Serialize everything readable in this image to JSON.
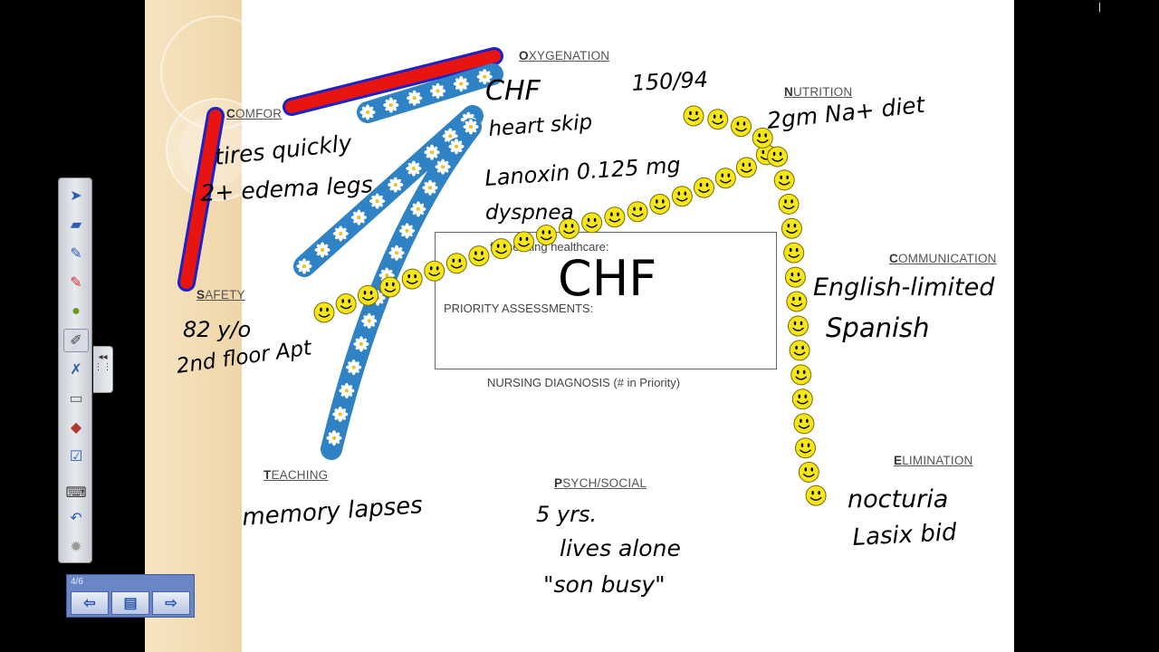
{
  "slide": {
    "labels": {
      "oxygenation_cap": "O",
      "oxygenation_rest": "XYGENATION",
      "comfort": "COMFOR",
      "comfort_cap": "C",
      "comfort_rest": "OMFOR",
      "nutrition_cap": "N",
      "nutrition_rest": "UTRITION",
      "communication_cap": "C",
      "communication_rest": "OMMUNICATION",
      "safety_cap": "S",
      "safety_rest": "AFETY",
      "elimination_cap": "E",
      "elimination_rest": "LIMINATION",
      "teaching_cap": "T",
      "teaching_rest": "EACHING",
      "psych_cap": "P",
      "psych_rest": "SYCH/SOCIAL"
    },
    "center_box": {
      "reason": "for seeking healthcare:",
      "priority": "PRIORITY ASSESSMENTS:"
    },
    "nursing_diagnosis": "NURSING DIAGNOSIS (# in Priority)",
    "handwriting": {
      "chf_top": "CHF",
      "heart_skip": "heart skip",
      "lanoxin": "Lanoxin 0.125 mg",
      "dyspnea": "dyspnea",
      "bp": "150/94",
      "diet": "2gm Na+ diet",
      "tires": "tires quickly",
      "edema": "2+ edema legs",
      "chf_center": "CHF",
      "age": "82 y/o",
      "apt": "2nd floor Apt",
      "english": "English-limited",
      "spanish": "Spanish",
      "memory": "memory lapses",
      "years": "5 yrs.",
      "lives": "lives alone",
      "son": "\"son busy\"",
      "nocturia": "nocturia",
      "lasix": "Lasix bid"
    },
    "colors": {
      "highlight_red": "#e8140f",
      "highlight_outline": "#1a22c8",
      "daisy_chain": "#2f82c4",
      "smiley_yellow": "#f5e61a"
    }
  },
  "toolbar": {
    "tools": [
      {
        "icon": "select-arrow-icon"
      },
      {
        "icon": "shapes-icon"
      },
      {
        "icon": "pen-icon"
      },
      {
        "icon": "pen-red-icon"
      },
      {
        "icon": "highlighter-icon"
      },
      {
        "icon": "creative-pen-icon"
      },
      {
        "icon": "magic-pen-icon"
      },
      {
        "icon": "eraser-icon"
      },
      {
        "icon": "fill-icon"
      },
      {
        "icon": "text-icon"
      },
      {
        "icon": "keyboard-icon"
      },
      {
        "icon": "undo-icon"
      },
      {
        "icon": "settings-icon"
      }
    ]
  },
  "pagenav": {
    "page": "4/6"
  }
}
